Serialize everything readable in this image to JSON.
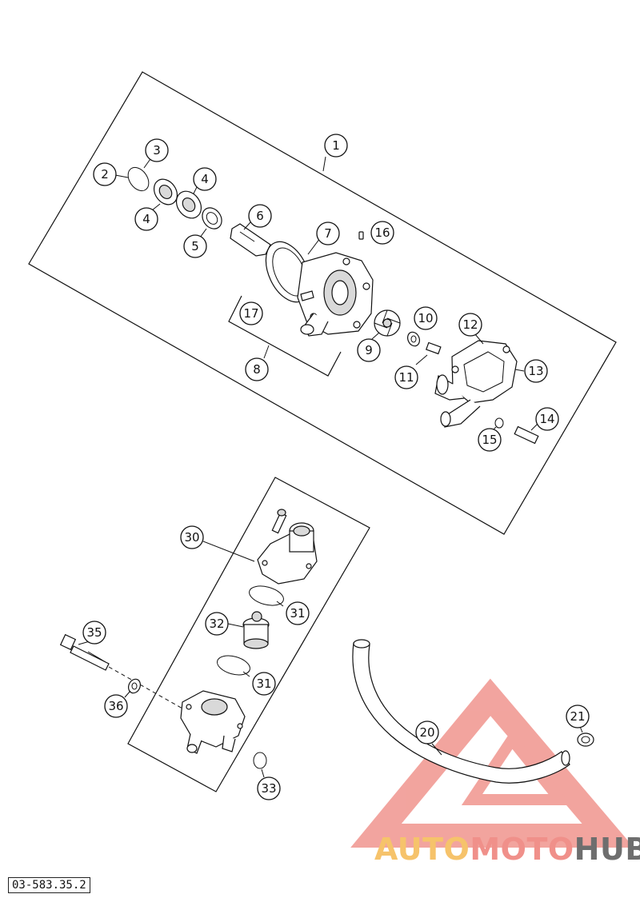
{
  "drawing_code": "03-583.35.2",
  "watermark": {
    "part1": "AUTO",
    "part2": "MOTO",
    "part3": "HUB"
  },
  "callouts": {
    "c1": "1",
    "c2": "2",
    "c3": "3",
    "c4a": "4",
    "c4b": "4",
    "c5": "5",
    "c6": "6",
    "c7": "7",
    "c8": "8",
    "c9": "9",
    "c10": "10",
    "c11": "11",
    "c12": "12",
    "c13": "13",
    "c14": "14",
    "c15": "15",
    "c16": "16",
    "c17": "17",
    "c20": "20",
    "c21": "21",
    "c30": "30",
    "c31a": "31",
    "c31b": "31",
    "c32": "32",
    "c33": "33",
    "c35": "35",
    "c36": "36"
  }
}
